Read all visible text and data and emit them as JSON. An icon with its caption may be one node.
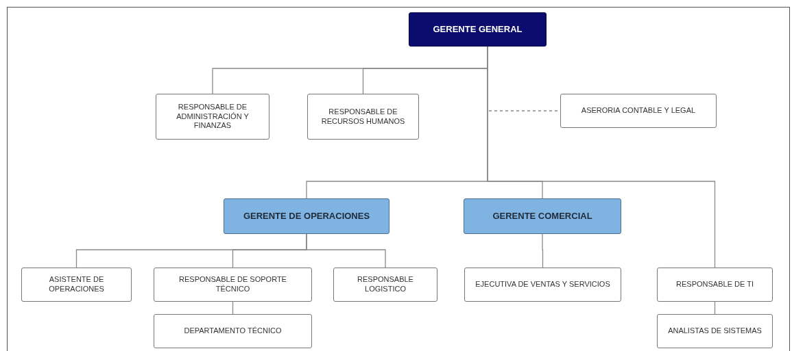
{
  "diagram": {
    "nodes": [
      {
        "text": [
          "GERENTE GENERAL"
        ]
      },
      {
        "text": [
          "RESPONSABLE DE ADMINISTRACIÓN Y FINANZAS"
        ]
      },
      {
        "text": [
          "RESPONSABLE DE RECURSOS HUMANOS"
        ]
      },
      {
        "text": [
          "ASERORIA CONTABLE Y LEGAL"
        ]
      },
      {
        "text": [
          "GERENTE DE OPERACIONES"
        ]
      },
      {
        "text": [
          "GERENTE COMERCIAL"
        ]
      },
      {
        "text": [
          "ASISTENTE DE OPERACIONES"
        ]
      },
      {
        "text": [
          "RESPONSABLE DE SOPORTE TÉCNICO"
        ]
      },
      {
        "text": [
          "RESPONSABLE LOGISTICO"
        ]
      },
      {
        "text": [
          "EJECUTIVA DE VENTAS Y SERVICIOS"
        ]
      },
      {
        "text": [
          "RESPONSABLE DE TI"
        ]
      },
      {
        "text": [
          "DEPARTAMENTO TÉCNICO"
        ]
      },
      {
        "text": [
          "ANALISTAS DE SISTEMAS"
        ]
      }
    ],
    "edges": [
      {
        "from": 0,
        "to": 1,
        "arrow": "none"
      },
      {
        "from": 0,
        "to": 2,
        "arrow": "none"
      },
      {
        "from": 0,
        "to": 3,
        "arrow": "none",
        "style": "dashed"
      },
      {
        "from": 0,
        "to": 4,
        "arrow": "none"
      },
      {
        "from": 0,
        "to": 5,
        "arrow": "none"
      },
      {
        "from": 0,
        "to": 10,
        "arrow": "none"
      },
      {
        "from": 4,
        "to": 6,
        "arrow": "none"
      },
      {
        "from": 4,
        "to": 7,
        "arrow": "none"
      },
      {
        "from": 4,
        "to": 8,
        "arrow": "none"
      },
      {
        "from": 7,
        "to": 11,
        "arrow": "none"
      },
      {
        "from": 5,
        "to": 9,
        "arrow": "none"
      },
      {
        "from": 10,
        "to": 12,
        "arrow": "none"
      }
    ]
  }
}
